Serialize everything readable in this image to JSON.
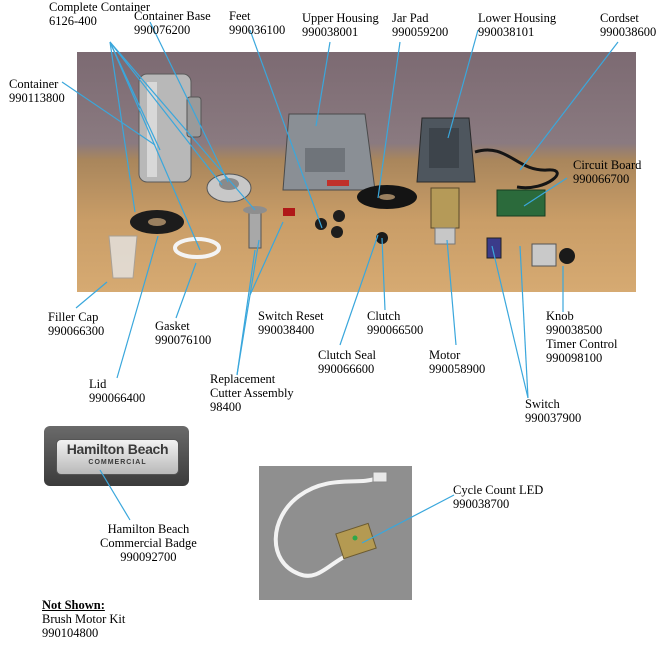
{
  "labels": {
    "complete_container": {
      "name": "Complete Container",
      "part": "6126-400"
    },
    "container_base": {
      "name": "Container Base",
      "part": "990076200"
    },
    "feet": {
      "name": "Feet",
      "part": "990036100"
    },
    "upper_housing": {
      "name": "Upper Housing",
      "part": "990038001"
    },
    "jar_pad": {
      "name": "Jar Pad",
      "part": "990059200"
    },
    "lower_housing": {
      "name": "Lower Housing",
      "part": "990038101"
    },
    "cordset": {
      "name": "Cordset",
      "part": "990038600"
    },
    "container": {
      "name": "Container",
      "part": "990113800"
    },
    "circuit_board": {
      "name": "Circuit Board",
      "part": "990066700"
    },
    "filler_cap": {
      "name": "Filler Cap",
      "part": "990066300"
    },
    "gasket": {
      "name": "Gasket",
      "part": "990076100"
    },
    "switch_reset": {
      "name": "Switch Reset",
      "part": "990038400"
    },
    "clutch": {
      "name": "Clutch",
      "part": "990066500"
    },
    "knob": {
      "name": "Knob",
      "part": "990038500"
    },
    "timer_control": {
      "name": "Timer Control",
      "part": "990098100"
    },
    "clutch_seal": {
      "name": "Clutch Seal",
      "part": "990066600"
    },
    "motor": {
      "name": "Motor",
      "part": "990058900"
    },
    "lid": {
      "name": "Lid",
      "part": "990066400"
    },
    "replacement_cutter": {
      "line1": "Replacement",
      "line2": "Cutter Assembly",
      "part": "98400"
    },
    "switch": {
      "name": "Switch",
      "part": "990037900"
    },
    "badge_label": {
      "line1": "Hamilton Beach",
      "line2": "Commercial Badge",
      "part": "990092700"
    },
    "cycle_count_led": {
      "name": "Cycle Count LED",
      "part": "990038700"
    }
  },
  "badge": {
    "brand": "Hamilton Beach",
    "sub": "COMMERCIAL"
  },
  "not_shown": {
    "heading": "Not Shown:",
    "item": "Brush Motor Kit",
    "part": "990104800"
  },
  "colors": {
    "leader_line": "#3aa7dc",
    "backdrop": "#8a7a80",
    "table": "#c99d67"
  }
}
